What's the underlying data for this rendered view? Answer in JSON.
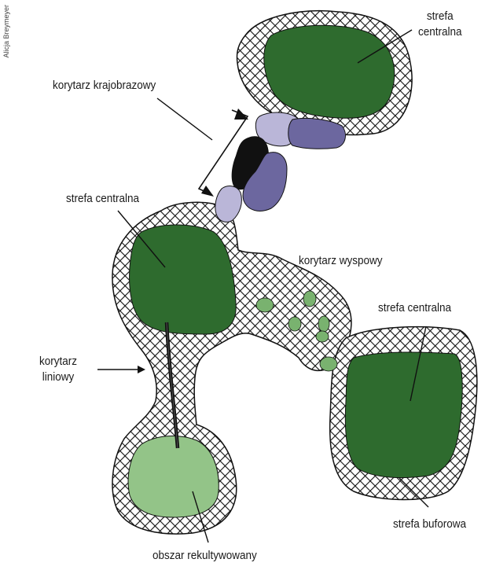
{
  "credit": "Alicja Breymeyer",
  "labels": {
    "top_right_line1": "strefa",
    "top_right_line2": "centralna",
    "landscape_corridor": "korytarz krajobrazowy",
    "central_left": "strefa centralna",
    "island_corridor": "korytarz wyspowy",
    "central_right": "strefa centralna",
    "linear_corridor_line1": "korytarz",
    "linear_corridor_line2": "liniowy",
    "buffer_zone": "strefa buforowa",
    "reclaimed_area": "obszar rekultywowany"
  },
  "colors": {
    "core_zone": "#2e6b2e",
    "reclaimed": "#93c488",
    "stepping_stone": "#79b26f",
    "hatch_line": "#111111",
    "landscape_light": "#bab6d8",
    "landscape_mid": "#6c679f",
    "landscape_dark": "#111111"
  }
}
